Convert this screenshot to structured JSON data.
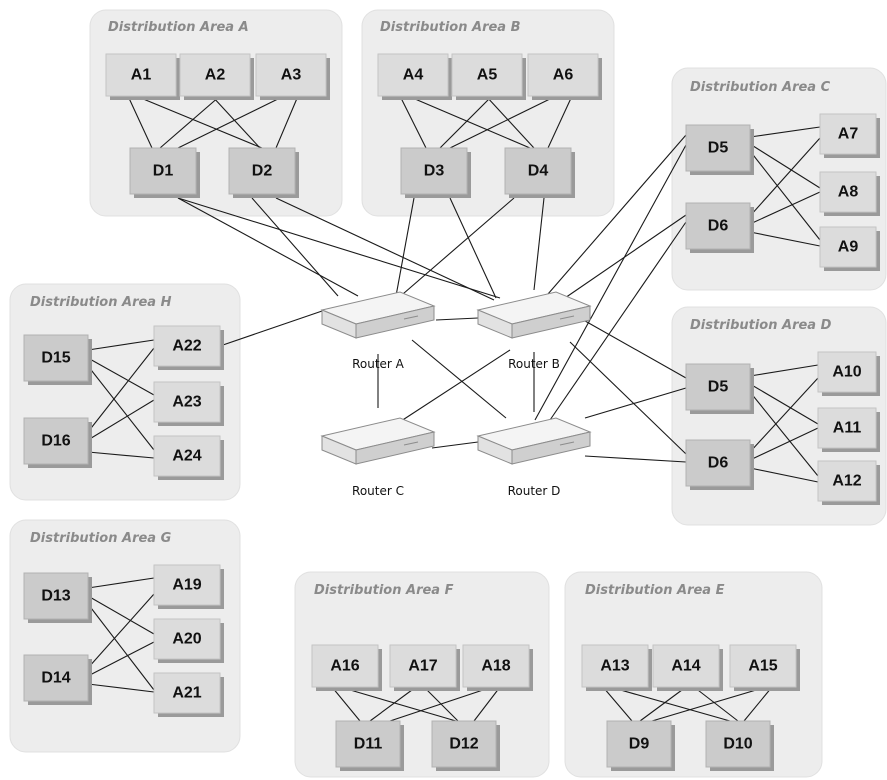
{
  "areas": {
    "a": {
      "title": "Distribution Area A",
      "nodes": [
        "A1",
        "A2",
        "A3",
        "D1",
        "D2"
      ]
    },
    "b": {
      "title": "Distribution Area B",
      "nodes": [
        "A4",
        "A5",
        "A6",
        "D3",
        "D4"
      ]
    },
    "c": {
      "title": "Distribution Area C",
      "nodes": [
        "D5",
        "D6",
        "A7",
        "A8",
        "A9"
      ]
    },
    "d": {
      "title": "Distribution Area D",
      "nodes": [
        "D5",
        "D6",
        "A10",
        "A11",
        "A12"
      ]
    },
    "e": {
      "title": "Distribution Area E",
      "nodes": [
        "A13",
        "A14",
        "A15",
        "D9",
        "D10"
      ]
    },
    "f": {
      "title": "Distribution Area F",
      "nodes": [
        "A16",
        "A17",
        "A18",
        "D11",
        "D12"
      ]
    },
    "g": {
      "title": "Distribution Area G",
      "nodes": [
        "D13",
        "D14",
        "A19",
        "A20",
        "A21"
      ]
    },
    "h": {
      "title": "Distribution Area H",
      "nodes": [
        "D15",
        "D16",
        "A22",
        "A23",
        "A24"
      ]
    }
  },
  "routers": {
    "a": "Router A",
    "b": "Router B",
    "c": "Router C",
    "d": "Router D"
  }
}
